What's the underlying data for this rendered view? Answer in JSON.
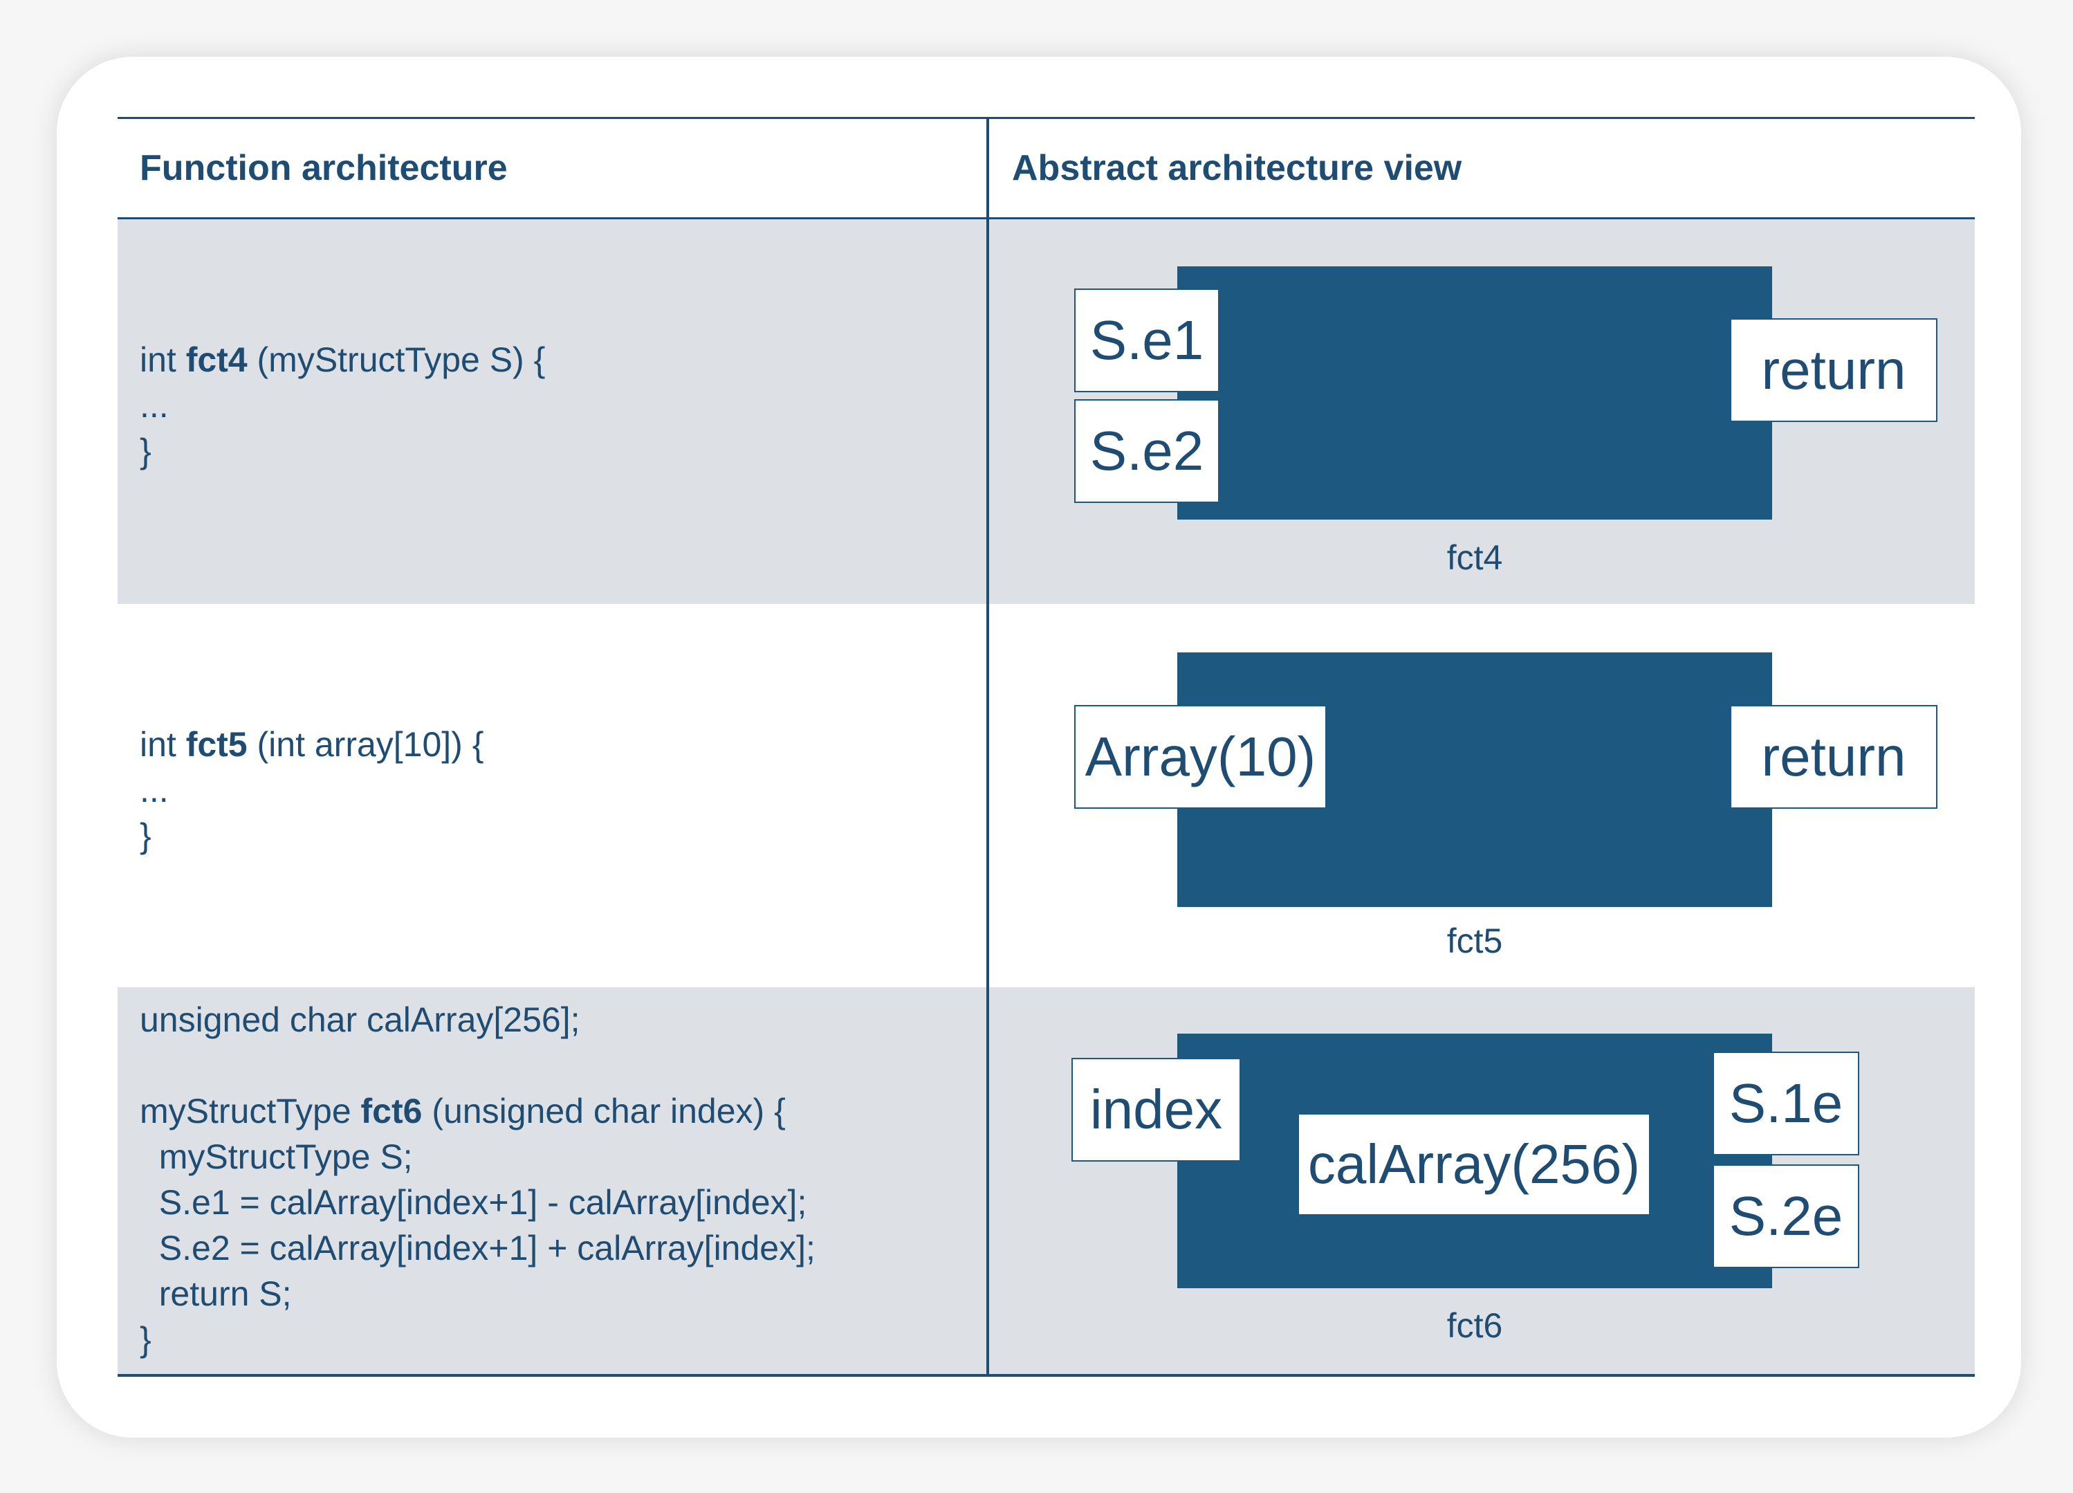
{
  "headers": {
    "left": "Function architecture",
    "right": "Abstract architecture view"
  },
  "rows": [
    {
      "code": {
        "l1_pre": "int ",
        "l1_fn": "fct4",
        "l1_post": " (myStructType S) {",
        "l2": "...",
        "l3": "}"
      },
      "diagram": {
        "inputs": [
          "S.e1",
          "S.e2"
        ],
        "output": "return",
        "caption": "fct4"
      }
    },
    {
      "code": {
        "l1_pre": "int ",
        "l1_fn": "fct5",
        "l1_post": " (int array[10]) {",
        "l2": "...",
        "l3": "}"
      },
      "diagram": {
        "inputs": [
          "Array(10)"
        ],
        "output": "return",
        "caption": "fct5"
      }
    },
    {
      "code": {
        "l1": "unsigned char calArray[256];",
        "l3_pre": "myStructType ",
        "l3_fn": "fct6",
        "l3_post": " (unsigned char index) {",
        "l4": "  myStructType S;",
        "l5": "  S.e1 = calArray[index+1] - calArray[index];",
        "l6": "  S.e2 = calArray[index+1] + calArray[index];",
        "l7": "  return S;",
        "l8": "}"
      },
      "diagram": {
        "inputs": [
          "index"
        ],
        "internal": "calArray(256)",
        "outputs": [
          "S.1e",
          "S.2e"
        ],
        "caption": "fct6"
      }
    }
  ],
  "colors": {
    "accent": "#1e4c73",
    "block": "#1d5880",
    "row_shade": "#dde0e5"
  }
}
